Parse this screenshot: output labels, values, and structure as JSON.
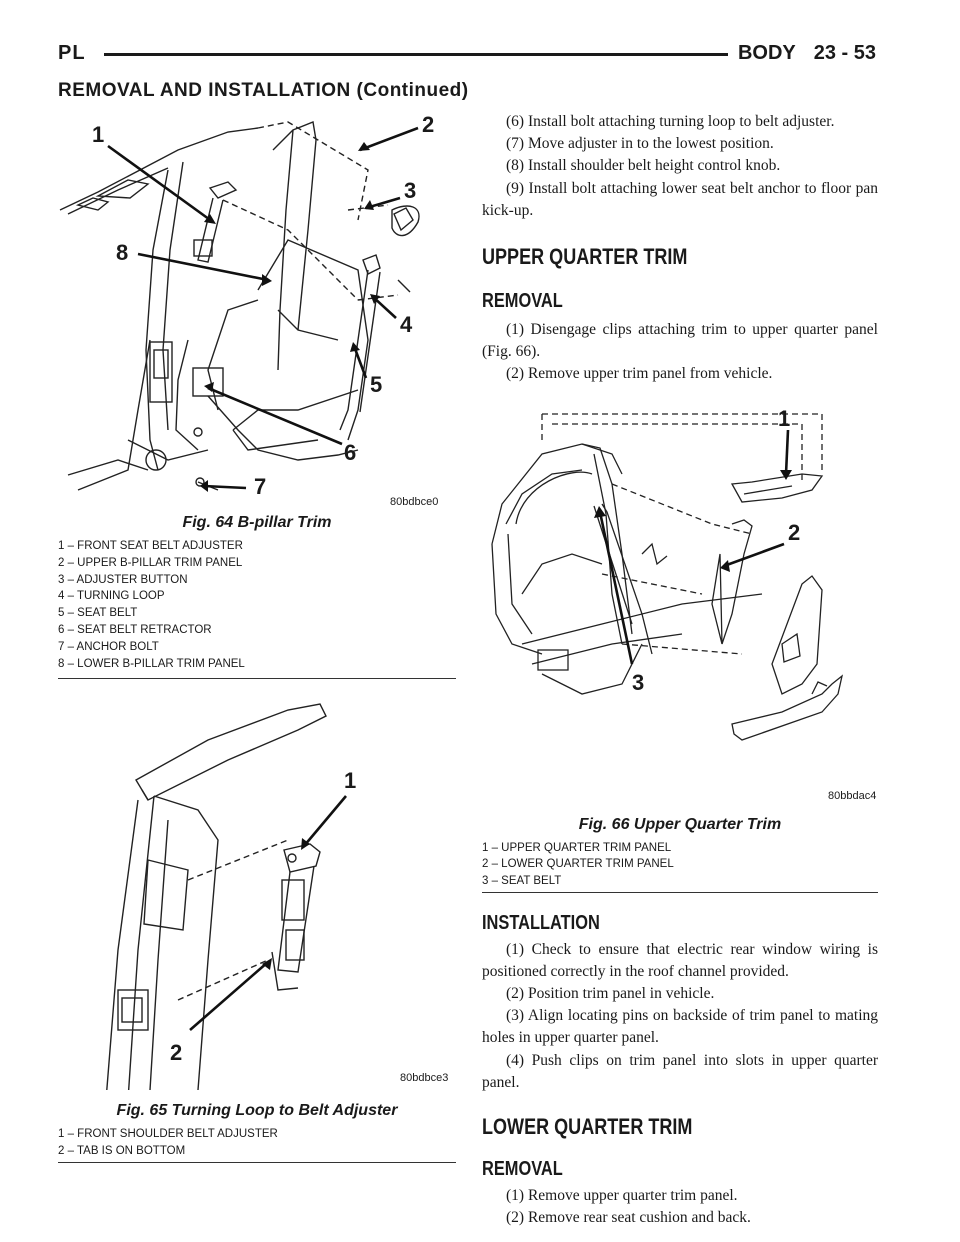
{
  "header": {
    "left": "PL",
    "section": "BODY",
    "page": "23 - 53",
    "subheading": "REMOVAL AND INSTALLATION (Continued)"
  },
  "figures": {
    "fig64": {
      "code": "80bdbce0",
      "caption": "Fig. 64 B-pillar Trim",
      "callouts": [
        "1",
        "2",
        "3",
        "4",
        "5",
        "6",
        "7",
        "8"
      ],
      "legend": [
        "1 – FRONT SEAT BELT ADJUSTER",
        "2 – UPPER B-PILLAR TRIM PANEL",
        "3 – ADJUSTER BUTTON",
        "4 – TURNING LOOP",
        "5 – SEAT BELT",
        "6 – SEAT BELT RETRACTOR",
        "7 – ANCHOR BOLT",
        "8 – LOWER B-PILLAR TRIM PANEL"
      ]
    },
    "fig65": {
      "code": "80bdbce3",
      "caption": "Fig. 65 Turning Loop to Belt Adjuster",
      "callouts": [
        "1",
        "2"
      ],
      "legend": [
        "1 – FRONT SHOULDER BELT ADJUSTER",
        "2 – TAB IS ON BOTTOM"
      ]
    },
    "fig66": {
      "code": "80bbdac4",
      "caption": "Fig. 66 Upper Quarter Trim",
      "callouts": [
        "1",
        "2",
        "3"
      ],
      "legend": [
        "1 – UPPER QUARTER TRIM PANEL",
        "2 – LOWER QUARTER TRIM PANEL",
        "3 – SEAT BELT"
      ]
    }
  },
  "text": {
    "step6": "(6) Install bolt attaching turning loop to belt adjuster.",
    "step7": "(7) Move adjuster in to the lowest position.",
    "step8": "(8) Install shoulder belt height control knob.",
    "step9": "(9) Install bolt attaching lower seat belt anchor to floor pan kick-up.",
    "uqt_title": "UPPER QUARTER TRIM",
    "uqt_removal": "REMOVAL",
    "uqt_r1": "(1) Disengage clips attaching trim to upper quarter panel (Fig. 66).",
    "uqt_r2": "(2) Remove upper trim panel from vehicle.",
    "uqt_installation": "INSTALLATION",
    "uqt_i1": "(1) Check to ensure that electric rear window wiring is positioned correctly in the roof channel provided.",
    "uqt_i2": "(2) Position trim panel in vehicle.",
    "uqt_i3": "(3) Align locating pins on backside of trim panel to mating holes in upper quarter panel.",
    "uqt_i4": "(4) Push clips on trim panel into slots in upper quarter panel.",
    "lqt_title": "LOWER QUARTER TRIM",
    "lqt_removal": "REMOVAL",
    "lqt_r1": "(1) Remove upper quarter trim panel.",
    "lqt_r2": "(2) Remove rear seat cushion and back."
  }
}
